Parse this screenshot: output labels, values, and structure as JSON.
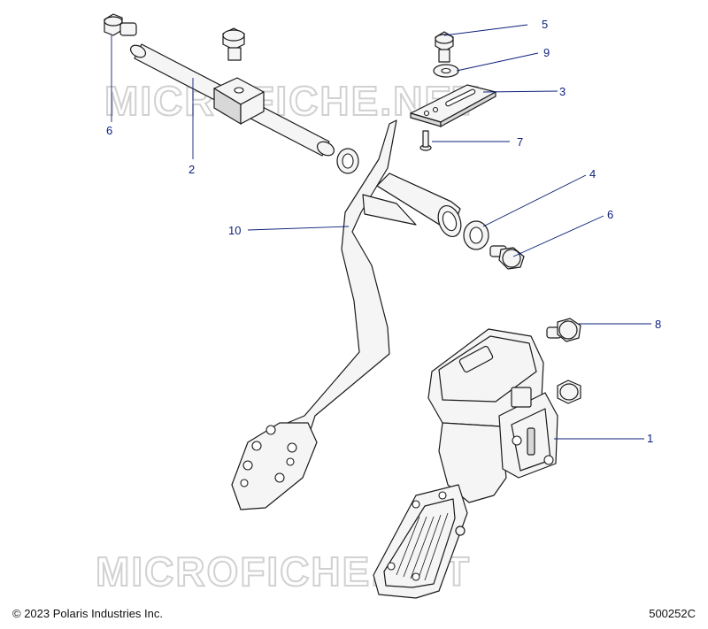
{
  "watermarks": [
    "MICROFICHE.NET",
    "MICROFICHE.NET"
  ],
  "callouts": {
    "c1": "1",
    "c2": "2",
    "c3": "3",
    "c4": "4",
    "c5": "5",
    "c6a": "6",
    "c6b": "6",
    "c7": "7",
    "c8": "8",
    "c9": "9",
    "c10": "10"
  },
  "footer": {
    "copyright": "© 2023 Polaris Industries Inc.",
    "figure_id": "500252C"
  }
}
